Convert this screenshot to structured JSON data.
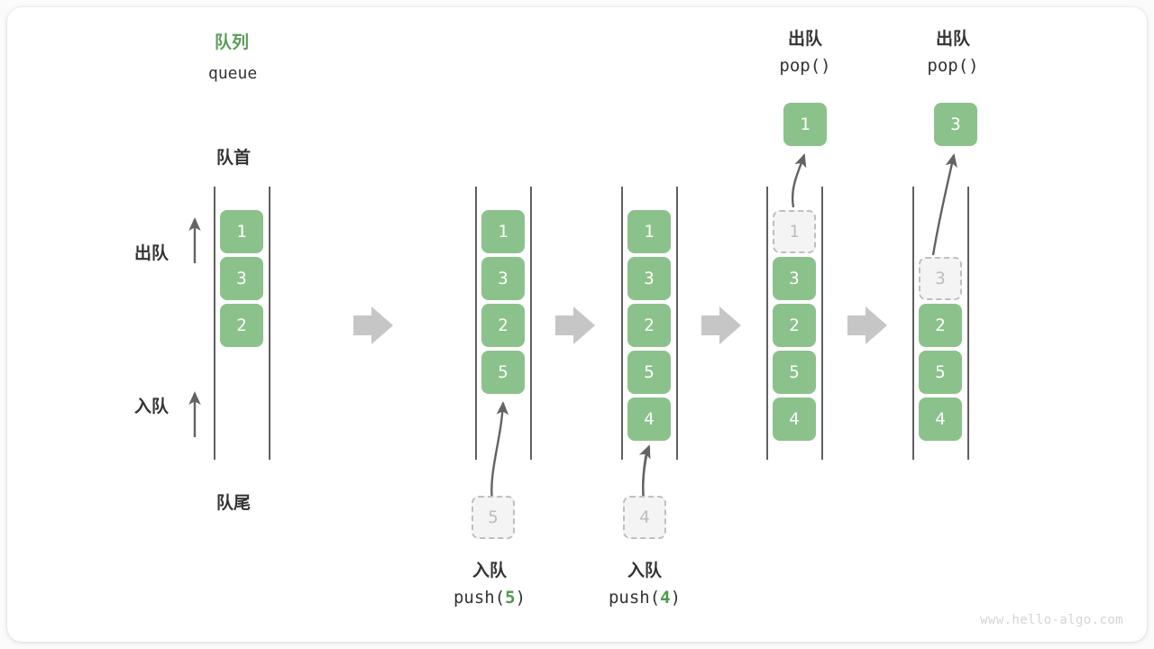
{
  "figure": {
    "title_cn": "队列",
    "title_en": "queue",
    "front_label": "队首",
    "rear_label": "队尾",
    "dequeue_label": "出队",
    "enqueue_label": "入队",
    "watermark": "www.hello-algo.com",
    "accent_green": "#8bc28b",
    "title_green": "#5a9e5a",
    "ghost_gray": "#bdbdbd",
    "rail_color": "#444444",
    "step_arrow_color": "#c6c6c6"
  },
  "columns": [
    {
      "id": "state-initial",
      "cells": [
        {
          "value": "1",
          "state": "filled"
        },
        {
          "value": "3",
          "state": "filled"
        },
        {
          "value": "2",
          "state": "filled"
        }
      ],
      "op_cn": "",
      "op_code": "",
      "op_num": "",
      "incoming": null,
      "outgoing": null
    },
    {
      "id": "state-after-push-5",
      "cells": [
        {
          "value": "1",
          "state": "filled"
        },
        {
          "value": "3",
          "state": "filled"
        },
        {
          "value": "2",
          "state": "filled"
        },
        {
          "value": "5",
          "state": "filled"
        }
      ],
      "op_cn": "入队",
      "op_code_prefix": "push(",
      "op_num": "5",
      "op_code_suffix": ")",
      "incoming": {
        "value": "5",
        "state": "ghost"
      },
      "outgoing": null
    },
    {
      "id": "state-after-push-4",
      "cells": [
        {
          "value": "1",
          "state": "filled"
        },
        {
          "value": "3",
          "state": "filled"
        },
        {
          "value": "2",
          "state": "filled"
        },
        {
          "value": "5",
          "state": "filled"
        },
        {
          "value": "4",
          "state": "filled"
        }
      ],
      "op_cn": "入队",
      "op_code_prefix": "push(",
      "op_num": "4",
      "op_code_suffix": ")",
      "incoming": {
        "value": "4",
        "state": "ghost"
      },
      "outgoing": null
    },
    {
      "id": "state-after-pop-1",
      "cells": [
        {
          "value": "1",
          "state": "ghost"
        },
        {
          "value": "3",
          "state": "filled"
        },
        {
          "value": "2",
          "state": "filled"
        },
        {
          "value": "5",
          "state": "filled"
        },
        {
          "value": "4",
          "state": "filled"
        }
      ],
      "op_cn": "出队",
      "op_code_prefix": "pop(",
      "op_num": "",
      "op_code_suffix": ")",
      "incoming": null,
      "outgoing": {
        "value": "1",
        "state": "filled"
      }
    },
    {
      "id": "state-after-pop-3",
      "cells": [
        {
          "value": "",
          "state": "empty"
        },
        {
          "value": "3",
          "state": "ghost"
        },
        {
          "value": "2",
          "state": "filled"
        },
        {
          "value": "5",
          "state": "filled"
        },
        {
          "value": "4",
          "state": "filled"
        }
      ],
      "op_cn": "出队",
      "op_code_prefix": "pop(",
      "op_num": "",
      "op_code_suffix": ")",
      "incoming": null,
      "outgoing": {
        "value": "3",
        "state": "filled"
      }
    }
  ],
  "step_arrows": [
    {
      "id": "step-arrow-1"
    },
    {
      "id": "step-arrow-2"
    },
    {
      "id": "step-arrow-3"
    },
    {
      "id": "step-arrow-4"
    }
  ]
}
